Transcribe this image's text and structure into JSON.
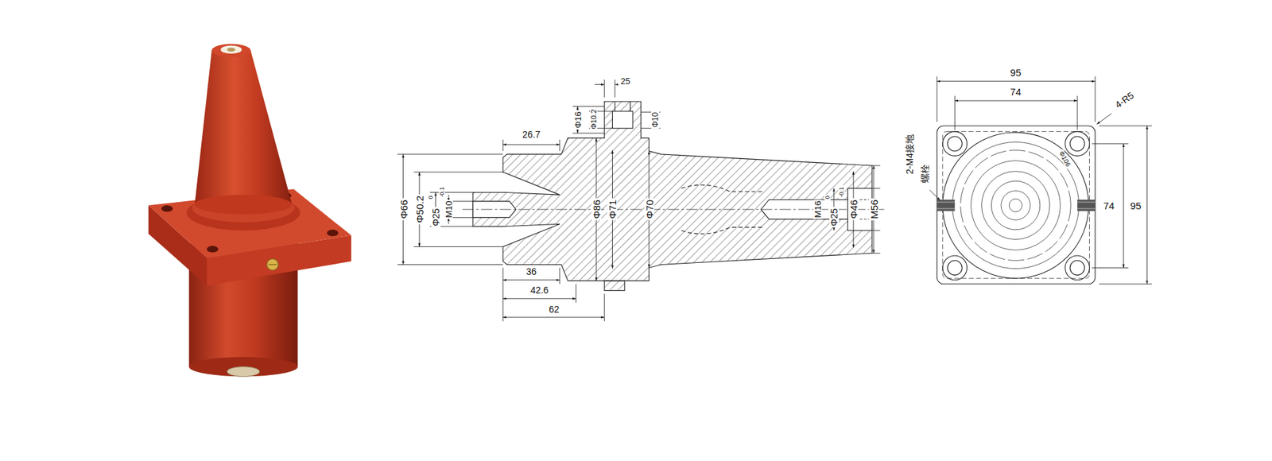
{
  "diagram": {
    "labels": [
      "25",
      "Φ16",
      "Φ10.2",
      "Φ10",
      "26.7",
      "Φ66",
      "Φ50.2",
      "Φ25",
      "0",
      "-0.1",
      "M10",
      "Φ86",
      "Φ71",
      "Φ70",
      "M16",
      "Φ25",
      "0",
      "-0.1",
      "Φ46",
      "M56",
      "36",
      "42.6",
      "62",
      "95",
      "74",
      "4-R5",
      "2-M4接地",
      "螺栓",
      "Φ106",
      "74",
      "95"
    ]
  }
}
